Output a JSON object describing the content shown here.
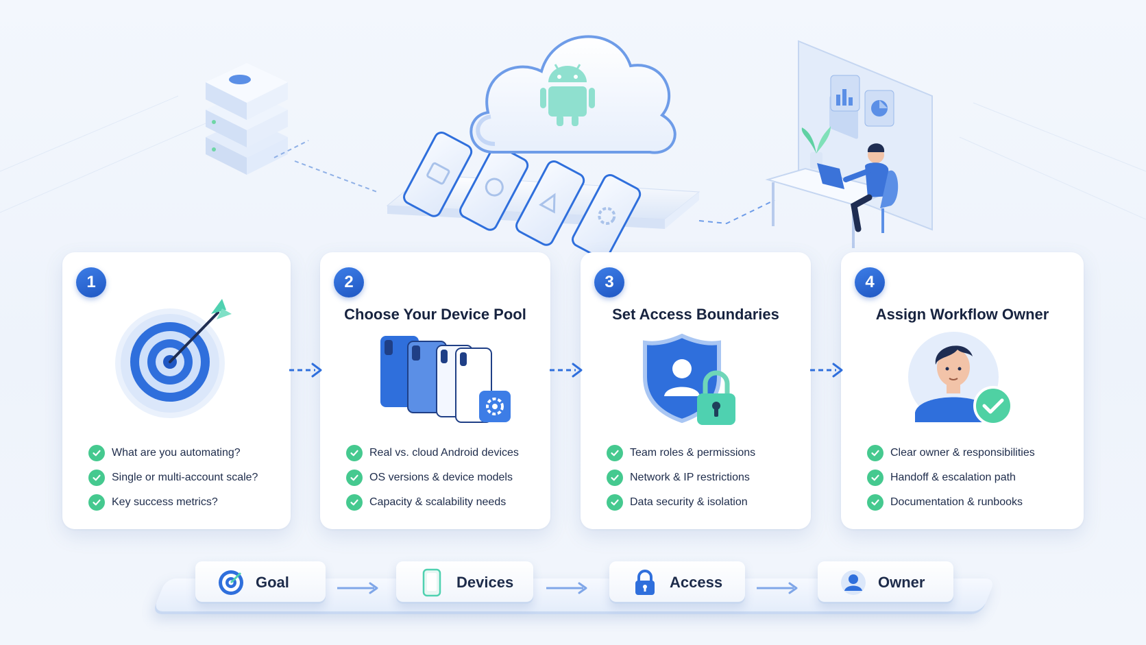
{
  "colors": {
    "accent": "#1f57c3",
    "accent_light": "#3d7de6",
    "check_green": "#45c98f",
    "teal": "#4fd1b0",
    "text_dark": "#17233f"
  },
  "steps": [
    {
      "number": "1",
      "title": "",
      "icon": "target-icon",
      "items": [
        "What are you automating?",
        "Single or multi-account scale?",
        "Key success metrics?"
      ]
    },
    {
      "number": "2",
      "title": "Choose Your Device Pool",
      "icon": "device-pool-icon",
      "items": [
        "Real vs. cloud Android devices",
        "OS versions & device models",
        "Capacity & scalability needs"
      ]
    },
    {
      "number": "3",
      "title": "Set Access Boundaries",
      "icon": "shield-lock-icon",
      "items": [
        "Team roles & permissions",
        "Network & IP restrictions",
        "Data security & isolation"
      ]
    },
    {
      "number": "4",
      "title": "Assign Workflow Owner",
      "icon": "owner-icon",
      "items": [
        "Clear owner & responsibilities",
        "Handoff & escalation path",
        "Documentation & runbooks"
      ]
    }
  ],
  "pipeline": [
    {
      "label": "Goal",
      "icon": "target-icon"
    },
    {
      "label": "Devices",
      "icon": "phone-icon"
    },
    {
      "label": "Access",
      "icon": "lock-icon"
    },
    {
      "label": "Owner",
      "icon": "user-icon"
    }
  ]
}
